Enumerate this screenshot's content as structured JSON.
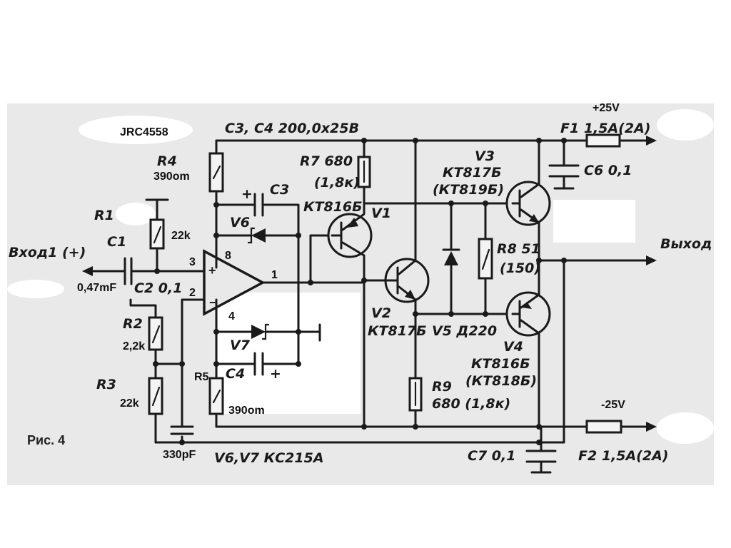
{
  "title": "JRC4558",
  "figure_label": "Рис. 4",
  "capacitor_header": "С3, С4 200,0х25В",
  "diode_note": "V6,V7 КС215А",
  "power": {
    "positive": "+25V",
    "negative": "-25V",
    "fuse1": "F1 1,5А(2А)",
    "fuse2": "F2 1,5А(2А)"
  },
  "input": {
    "label": "Вход1 (+)"
  },
  "output": {
    "label": "Выход"
  },
  "opamp": {
    "pin_in_plus": "3",
    "pin_in_minus": "2",
    "pin_vplus": "8",
    "pin_vminus": "4",
    "pin_out": "1",
    "plus_sign": "+",
    "minus_sign": "−"
  },
  "components": {
    "R1": {
      "ref": "R1",
      "value": "22k"
    },
    "R2": {
      "ref": "R2",
      "value": "2,2k"
    },
    "R3": {
      "ref": "R3",
      "value": "22k"
    },
    "R4": {
      "ref": "R4",
      "value": "390om"
    },
    "R5": {
      "ref": "R5",
      "value": "390om"
    },
    "R7": {
      "ref": "R7 680",
      "value": "(1,8к)"
    },
    "R8": {
      "ref": "R8 51",
      "value": "(150)"
    },
    "R9": {
      "ref": "R9",
      "value": "680 (1,8к)"
    },
    "C1": {
      "ref": "C1",
      "value": "0,47mF"
    },
    "C2": {
      "ref": "C2 0,1"
    },
    "C3": {
      "ref": "C3",
      "sign": "+"
    },
    "C4": {
      "ref": "C4",
      "sign": "+"
    },
    "C5": {
      "value": "330pF"
    },
    "C6": {
      "ref": "C6 0,1"
    },
    "C7": {
      "ref": "C7 0,1"
    },
    "V1": {
      "ref": "V1",
      "type": "КТ816Б"
    },
    "V2": {
      "ref": "V2",
      "type": "КТ817Б"
    },
    "V3": {
      "ref": "V3",
      "type": "КТ817Б",
      "alt": "(КТ819Б)"
    },
    "V4": {
      "ref": "V4",
      "type": "КТ816Б",
      "alt": "(КТ818Б)"
    },
    "V5": {
      "ref": "V5 Д220"
    },
    "V6": {
      "ref": "V6"
    },
    "V7": {
      "ref": "V7"
    }
  }
}
